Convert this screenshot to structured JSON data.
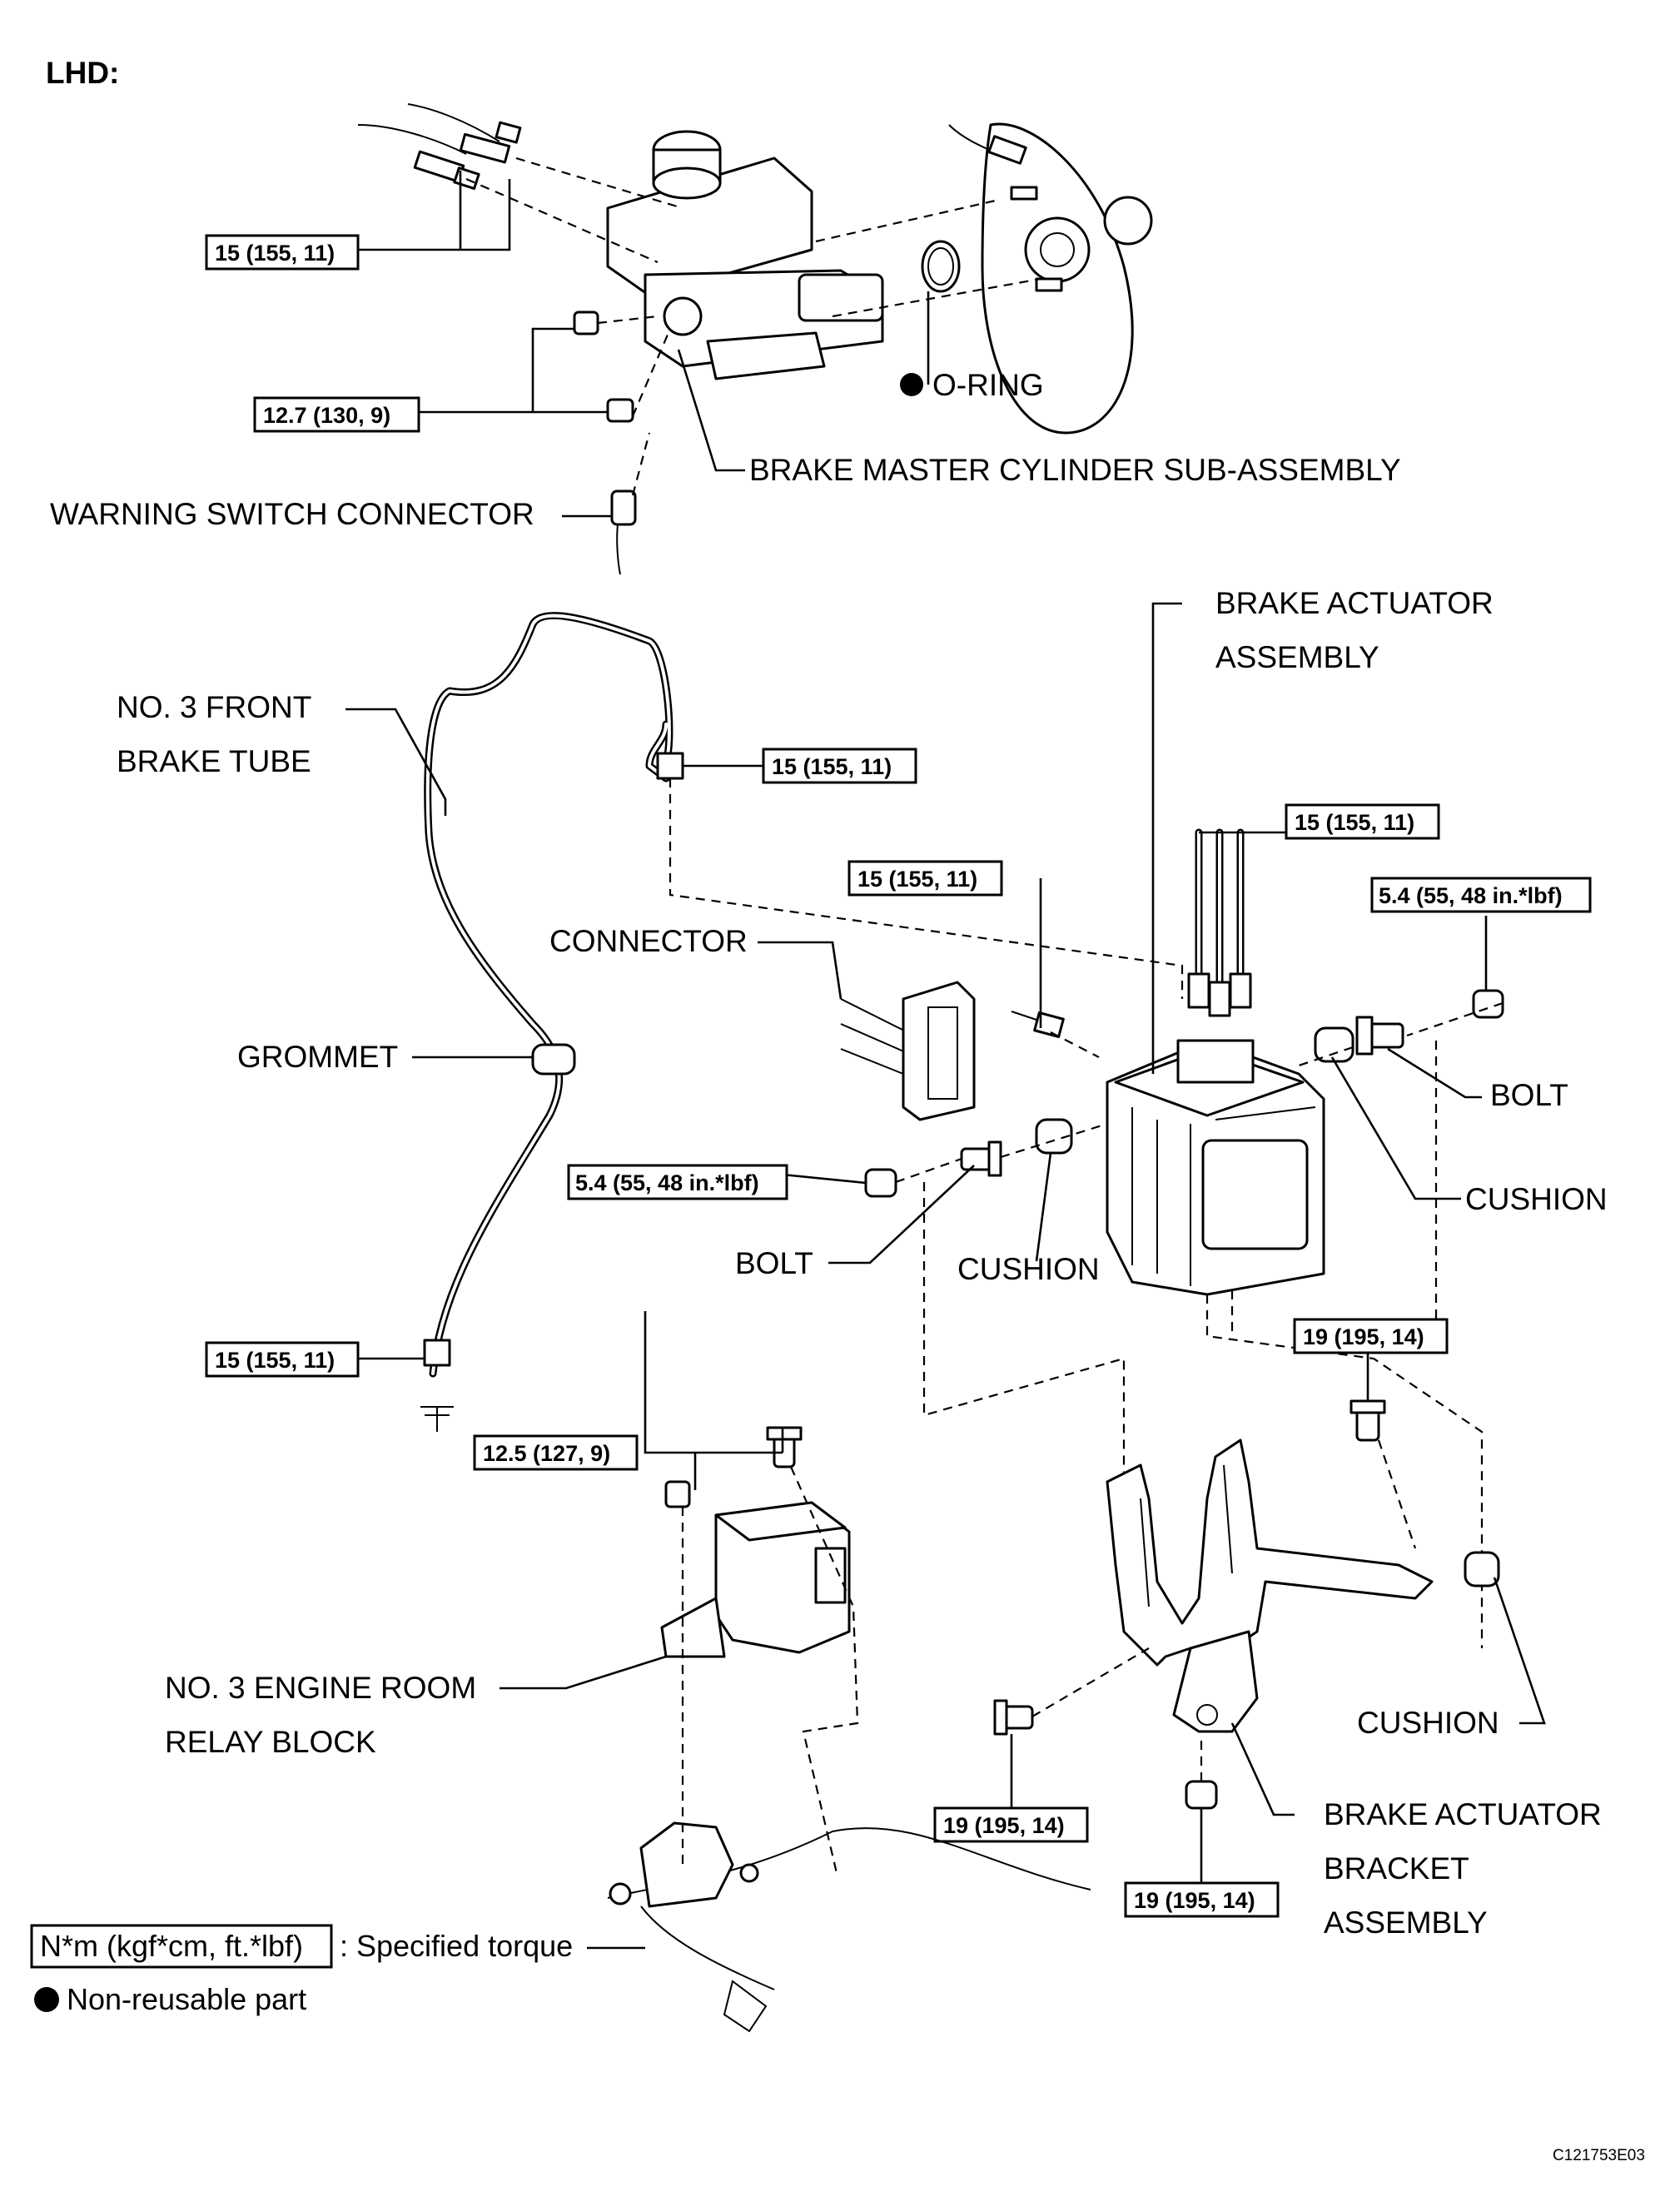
{
  "heading": "LHD:",
  "figure_code": "C121753E03",
  "labels": {
    "o_ring": "O-RING",
    "master_cylinder": "BRAKE MASTER CYLINDER SUB-ASSEMBLY",
    "warning_switch": "WARNING SWITCH CONNECTOR",
    "actuator_1": "BRAKE ACTUATOR",
    "actuator_2": "ASSEMBLY",
    "front_tube_1": "NO. 3 FRONT",
    "front_tube_2": "BRAKE TUBE",
    "connector": "CONNECTOR",
    "grommet": "GROMMET",
    "bolt_right": "BOLT",
    "cushion_right": "CUSHION",
    "bolt_left": "BOLT",
    "cushion_left": "CUSHION",
    "relay_1": "NO. 3 ENGINE ROOM",
    "relay_2": "RELAY BLOCK",
    "cushion_bottom": "CUSHION",
    "bracket_1": "BRAKE ACTUATOR",
    "bracket_2": "BRACKET",
    "bracket_3": "ASSEMBLY"
  },
  "torques": {
    "master_lines": "15 (155, 11)",
    "master_nuts": "12.7 (130, 9)",
    "tube_upper": "15 (155, 11)",
    "actuator_top": "15 (155, 11)",
    "actuator_side": "15 (155, 11)",
    "nut_right": "5.4 (55, 48 in.*lbf)",
    "nut_left": "5.4 (55, 48 in.*lbf)",
    "tube_lower": "15 (155, 11)",
    "relay_nuts": "12.5 (127, 9)",
    "bracket_bolt_top": "19 (195, 14)",
    "bracket_bolt_left": "19 (195, 14)",
    "bracket_nut_bottom": "19 (195, 14)"
  },
  "legend": {
    "torque_box": "N*m (kgf*cm, ft.*lbf)",
    "torque_desc": ": Specified torque",
    "nonreusable": "Non-reusable part"
  }
}
